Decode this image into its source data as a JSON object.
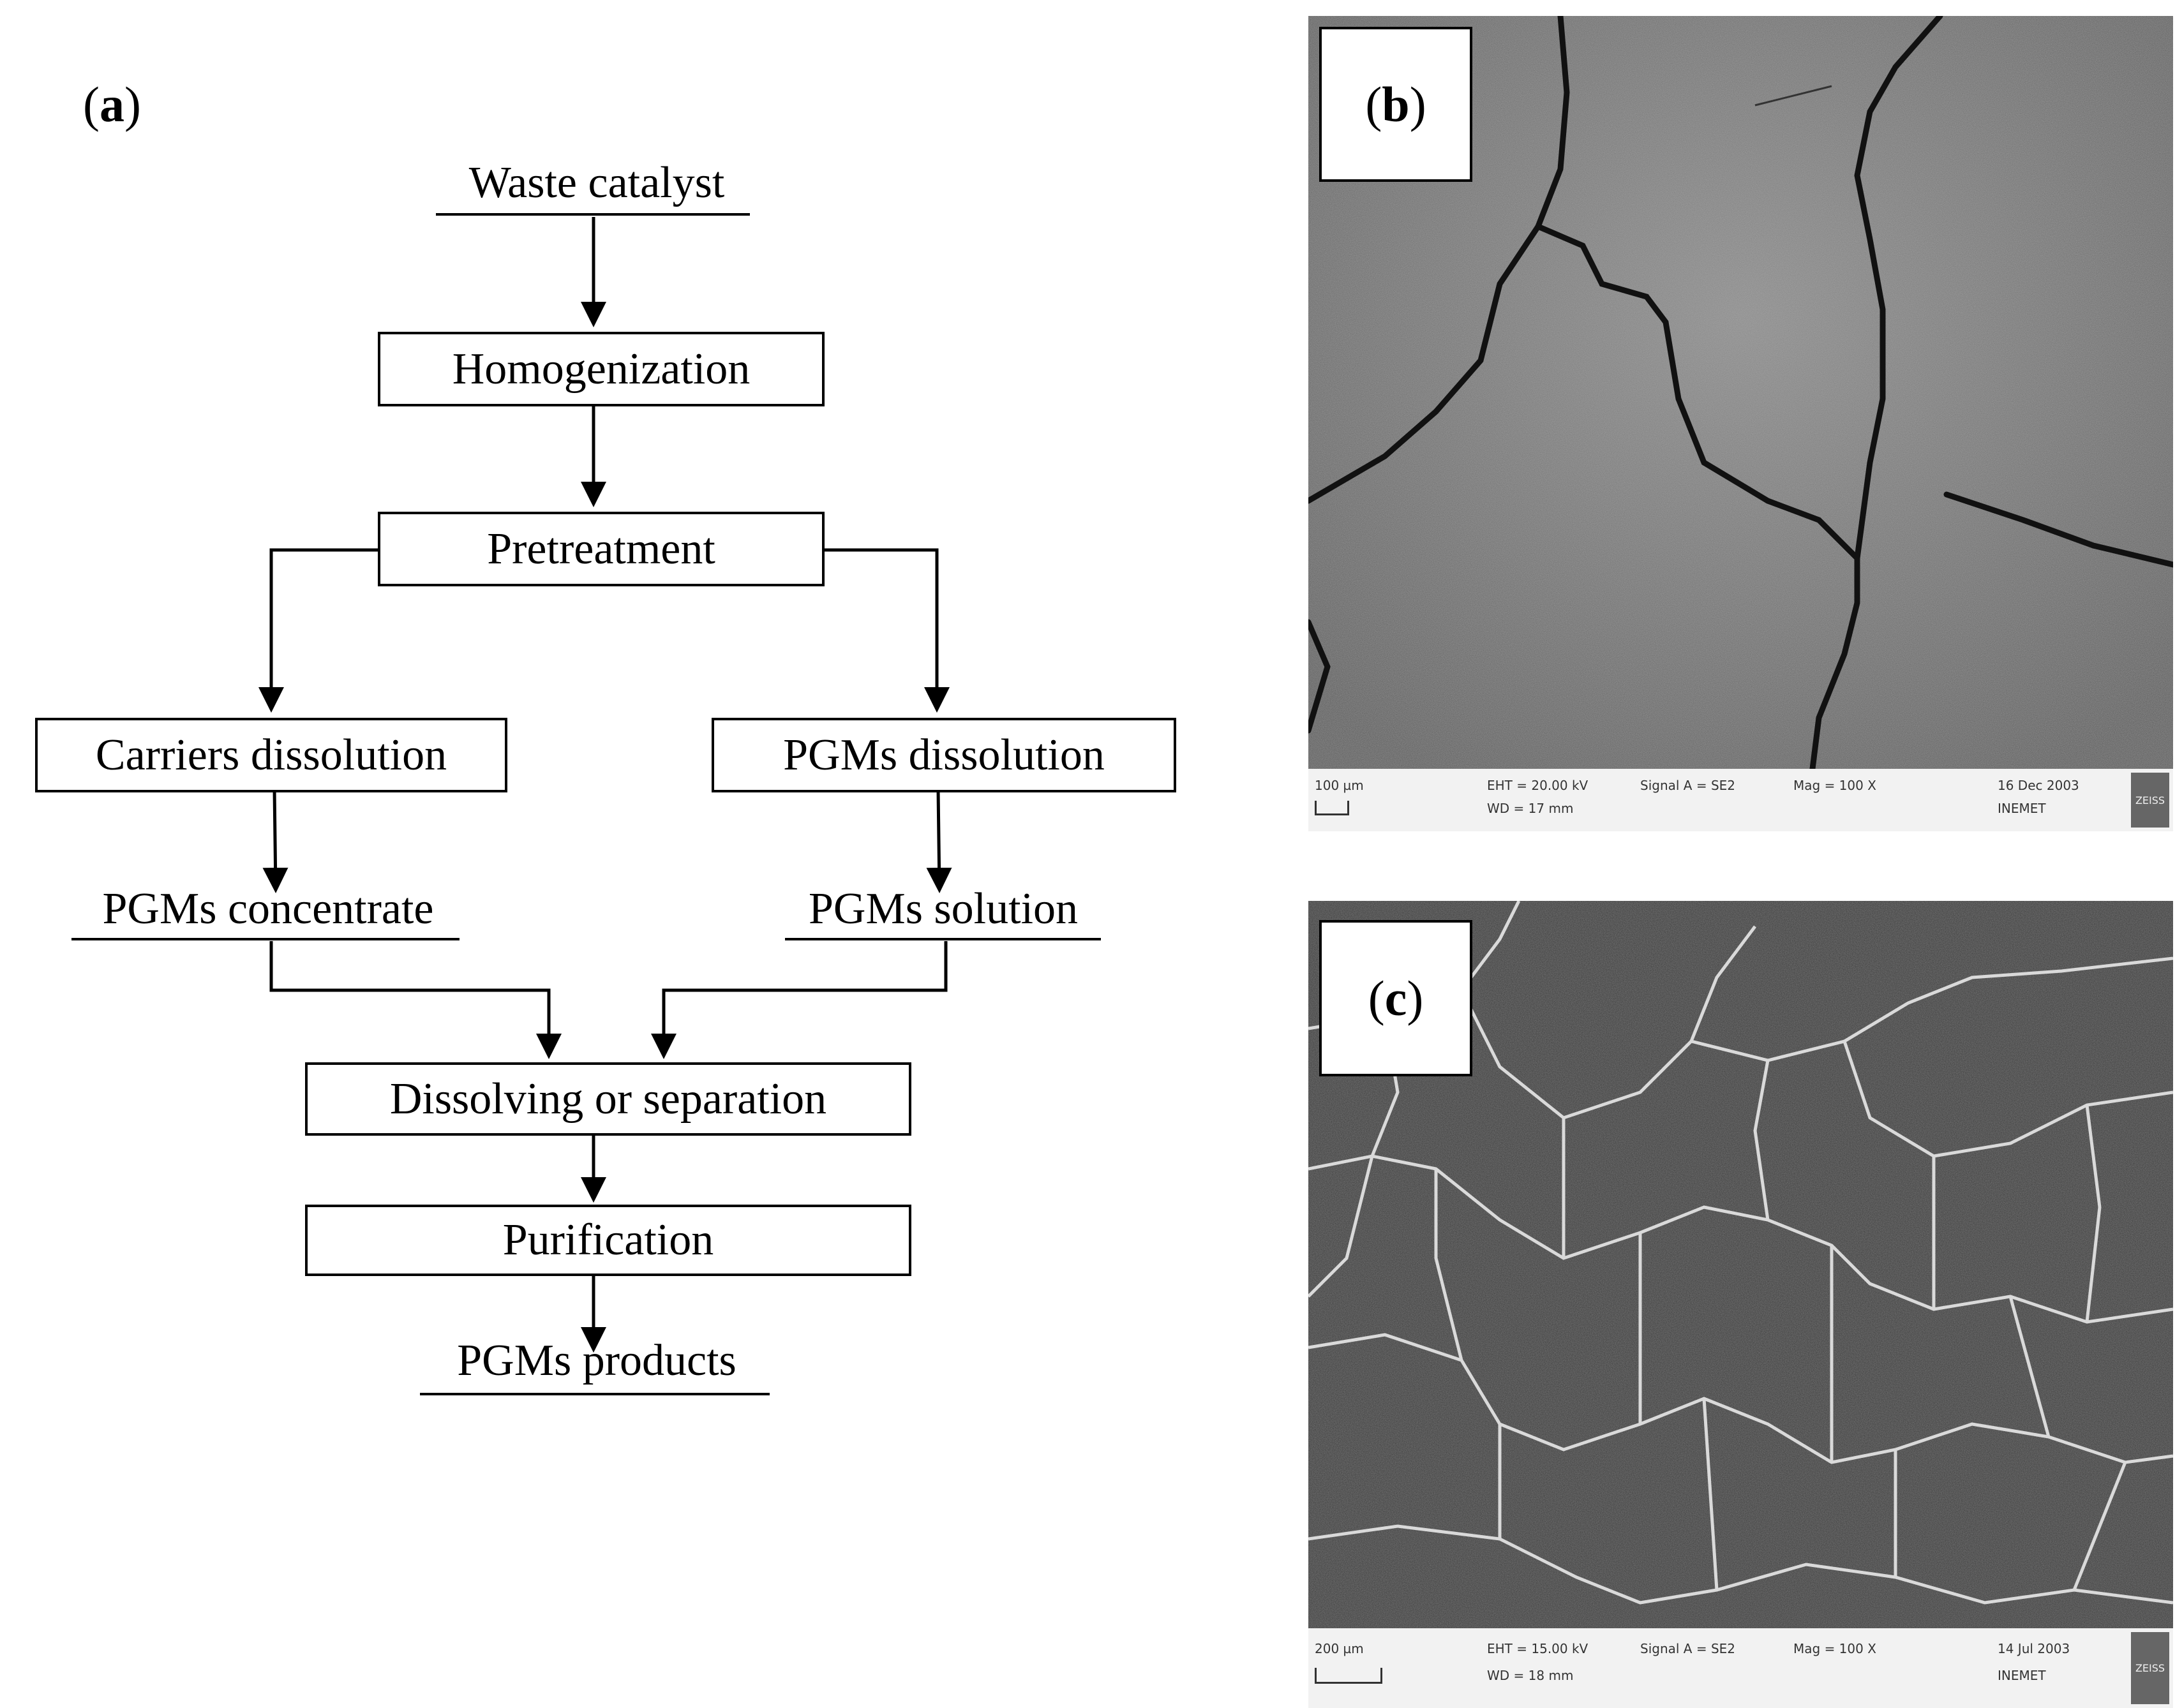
{
  "panel_a": {
    "label_open": "(",
    "label_letter": "a",
    "label_close": ")",
    "waste_catalyst": "Waste catalyst",
    "homogenization": "Homogenization",
    "pretreatment": "Pretreatment",
    "carriers_dissolution": "Carriers dissolution",
    "pgms_dissolution": "PGMs dissolution",
    "pgms_concentrate": "PGMs concentrate",
    "pgms_solution": "PGMs solution",
    "dissolving_separation": "Dissolving or separation",
    "purification": "Purification",
    "pgms_products": "PGMs products"
  },
  "panel_b": {
    "label_open": "(",
    "label_letter": "b",
    "label_close": ")",
    "scale": "100 µm",
    "eht": "EHT = 20.00 kV",
    "wd": "WD = 17 mm",
    "signal": "Signal A = SE2",
    "mag": "Mag = 100 X",
    "date": "16 Dec 2003",
    "org": "INEMET",
    "logo": "ZEISS"
  },
  "panel_c": {
    "label_open": "(",
    "label_letter": "c",
    "label_close": ")",
    "scale": "200 µm",
    "eht": "EHT = 15.00 kV",
    "wd": "WD = 18 mm",
    "signal": "Signal A = SE2",
    "mag": "Mag = 100 X",
    "date": "14 Jul 2003",
    "org": "INEMET",
    "logo": "ZEISS"
  }
}
